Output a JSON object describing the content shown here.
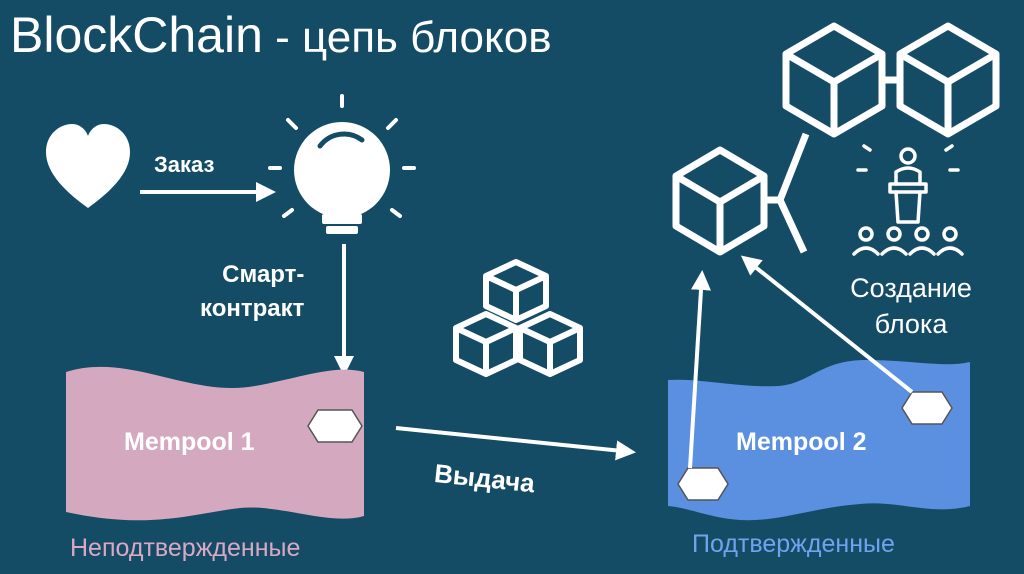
{
  "title": {
    "main": "BlockChain",
    "separator": " - ",
    "sub": "цепь блоков"
  },
  "labels": {
    "order": "Заказ",
    "smart_contract_line1": "Смарт-",
    "smart_contract_line2": "контракт",
    "mempool1": "Mempool 1",
    "mempool2": "Mempool 2",
    "issue": "Выдача",
    "unconfirmed": "Неподтвержденные",
    "confirmed": "Подтвержденные",
    "block_creation_line1": "Создание",
    "block_creation_line2": "блока"
  },
  "colors": {
    "background": "#144c66",
    "mempool1_fill": "#d4a9bf",
    "mempool2_fill": "#5b8fe0",
    "unconfirmed_text": "#d9a9c4",
    "confirmed_text": "#6fa3ee",
    "foreground": "#ffffff"
  },
  "icons": [
    "heart-icon",
    "lightbulb-icon",
    "cube-stack-icon",
    "blockchain-cubes-icon",
    "speaker-audience-icon",
    "hexagon-icon"
  ]
}
